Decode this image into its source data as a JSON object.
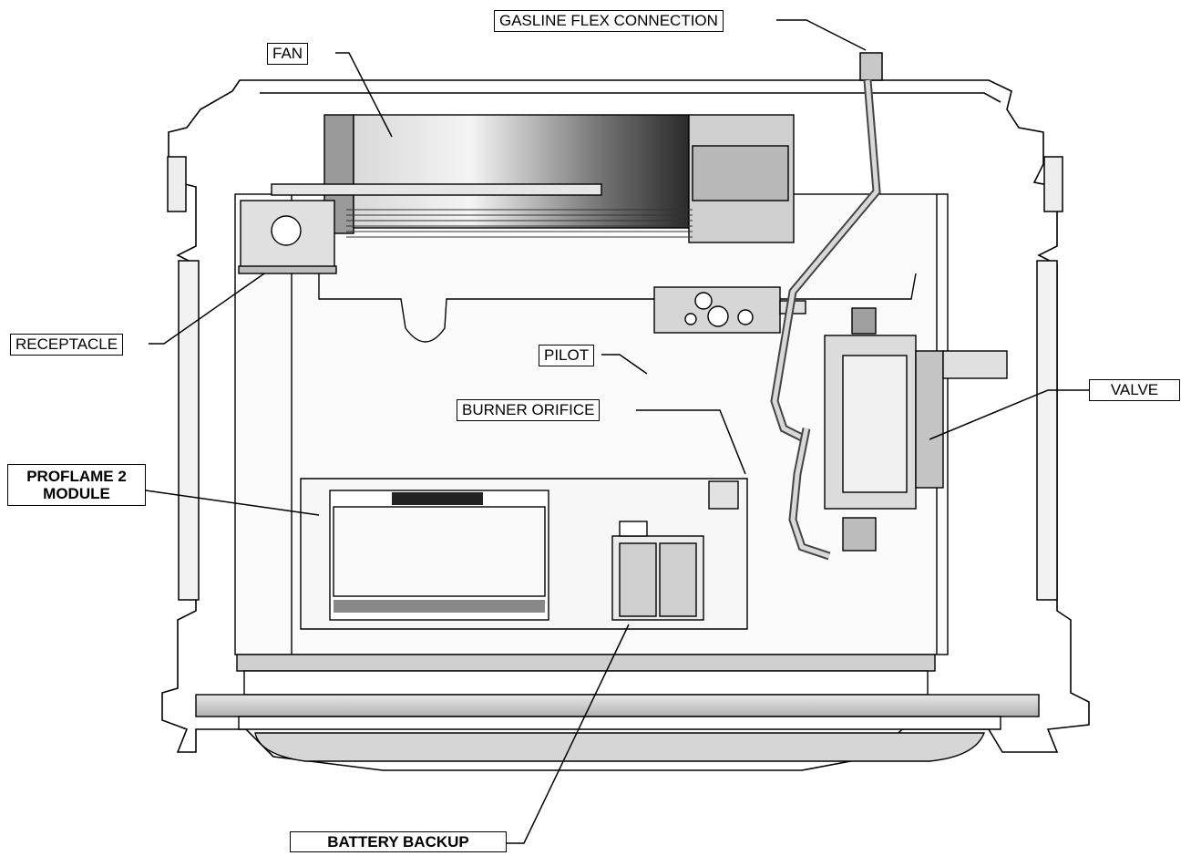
{
  "labels": {
    "gasline": "GASLINE FLEX CONNECTION",
    "fan": "FAN",
    "receptacle": "RECEPTACLE",
    "pilot": "PILOT",
    "burner_orifice": "BURNER ORIFICE",
    "valve": "VALVE",
    "proflame_line1": "PROFLAME 2",
    "proflame_line2": "MODULE",
    "battery_backup": "BATTERY BACKUP"
  }
}
